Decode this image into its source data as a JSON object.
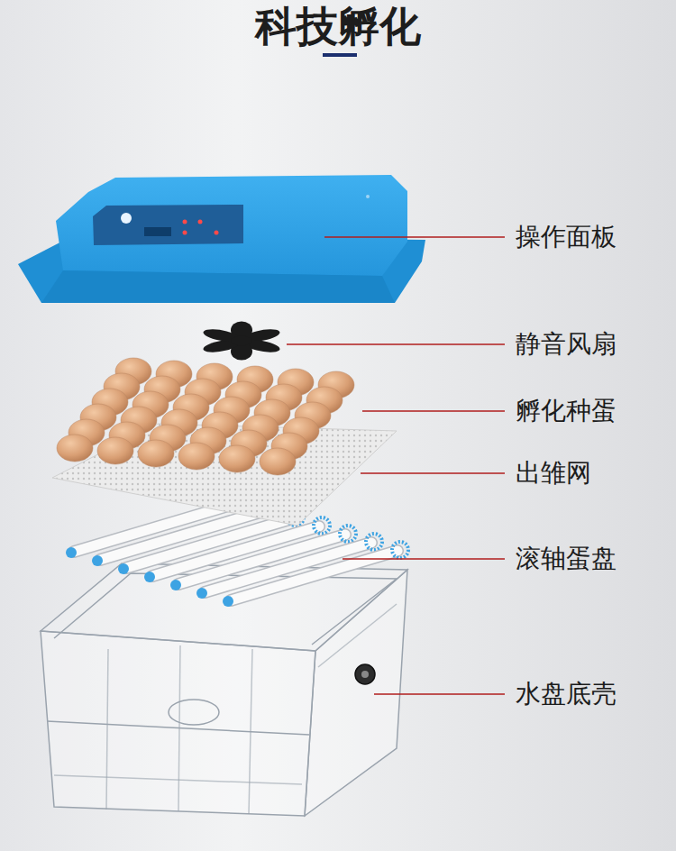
{
  "diagram": {
    "title": "科技孵化",
    "labels": [
      "操作面板",
      "静音风扇",
      "孵化种蛋",
      "出雏网",
      "滚轴蛋盘",
      "水盘底壳"
    ]
  }
}
